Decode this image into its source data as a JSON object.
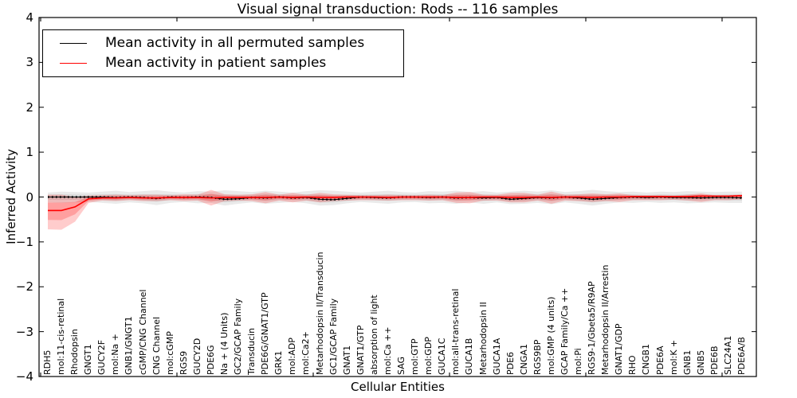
{
  "figure": {
    "title": "Visual signal transduction: Rods -- 116 samples",
    "xlabel": "Cellular Entities",
    "ylabel": "Inferred Activity"
  },
  "legend": {
    "position": "upper left",
    "items": [
      {
        "label": "Mean activity in all permuted samples",
        "color": "#000000"
      },
      {
        "label": "Mean activity in patient samples",
        "color": "#ff0000"
      }
    ]
  },
  "chart_data": {
    "type": "line",
    "title": "Visual signal transduction: Rods -- 116 samples",
    "xlabel": "Cellular Entities",
    "ylabel": "Inferred Activity",
    "ylim": [
      -4,
      4
    ],
    "ytick_labels": [
      "4",
      "3",
      "2",
      "1",
      "0",
      "−1",
      "−2",
      "−3",
      "−4"
    ],
    "yticks": [
      4,
      3,
      2,
      1,
      0,
      -1,
      -2,
      -3,
      -4
    ],
    "grid": false,
    "legend_position": "upper left",
    "categories": [
      "RDH5",
      "mol:11-cis-retinal",
      "Rhodopsin",
      "GNGT1",
      "GUCY2F",
      "mol:Na +",
      "GNB1/GNGT1",
      "cGMP/CNG Channel",
      "CNG Channel",
      "mol:cGMP",
      "RGS9",
      "GUCY2D",
      "PDE6G",
      "Na + (4 Units)",
      "GC2/GCAP Family",
      "Transducin",
      "PDE6G/GNAT1/GTP",
      "GRK1",
      "mol:ADP",
      "mol:Ca2+",
      "Metarhodopsin II/Transducin",
      "GC1/GCAP Family",
      "GNAT1",
      "GNAT1/GTP",
      "absorption of light",
      "mol:Ca ++",
      "SAG",
      "mol:GTP",
      "mol:GDP",
      "GUCA1C",
      "mol:all-trans-retinal",
      "GUCA1B",
      "Metarhodopsin II",
      "GUCA1A",
      "PDE6",
      "CNGA1",
      "RGS9BP",
      "mol:GMP (4 units)",
      "GCAP Family/Ca ++",
      "mol:Pi",
      "RGS9-1/Gbeta5/R9AP",
      "Metarhodopsin II/Arrestin",
      "GNAT1/GDP",
      "RHO",
      "CNGB1",
      "PDE6A",
      "mol:K +",
      "GNB1",
      "GNB5",
      "PDE6B",
      "SLC24A1",
      "PDE6A/B"
    ],
    "series": [
      {
        "name": "Mean activity in all permuted samples",
        "color": "#000000",
        "values": [
          0,
          0,
          0,
          0,
          0,
          -0.01,
          0,
          -0.01,
          -0.03,
          0,
          -0.01,
          0,
          -0.01,
          -0.05,
          -0.04,
          -0.01,
          -0.02,
          0,
          -0.02,
          -0.01,
          -0.05,
          -0.06,
          -0.03,
          0,
          -0.01,
          -0.02,
          0,
          0,
          -0.01,
          0,
          -0.02,
          -0.01,
          -0.02,
          -0.01,
          -0.05,
          -0.03,
          -0.01,
          -0.02,
          0,
          -0.02,
          -0.05,
          -0.03,
          -0.01,
          0,
          -0.01,
          0,
          -0.01,
          -0.01,
          -0.02,
          -0.01,
          -0.01,
          -0.02
        ],
        "band_hi": [
          0.1,
          0.12,
          0.11,
          0.1,
          0.12,
          0.14,
          0.11,
          0.13,
          0.15,
          0.12,
          0.1,
          0.13,
          0.12,
          0.15,
          0.13,
          0.11,
          0.14,
          0.12,
          0.1,
          0.13,
          0.15,
          0.14,
          0.12,
          0.1,
          0.12,
          0.14,
          0.11,
          0.1,
          0.13,
          0.12,
          0.14,
          0.11,
          0.13,
          0.1,
          0.12,
          0.14,
          0.12,
          0.15,
          0.11,
          0.13,
          0.16,
          0.13,
          0.11,
          0.12,
          0.1,
          0.12,
          0.11,
          0.13,
          0.12,
          0.11,
          0.12,
          0.12
        ],
        "band_lo": [
          -0.12,
          -0.13,
          -0.12,
          -0.11,
          -0.13,
          -0.15,
          -0.12,
          -0.14,
          -0.18,
          -0.13,
          -0.11,
          -0.14,
          -0.13,
          -0.19,
          -0.15,
          -0.12,
          -0.15,
          -0.13,
          -0.11,
          -0.14,
          -0.19,
          -0.18,
          -0.14,
          -0.11,
          -0.13,
          -0.15,
          -0.12,
          -0.11,
          -0.14,
          -0.13,
          -0.15,
          -0.12,
          -0.15,
          -0.12,
          -0.16,
          -0.15,
          -0.13,
          -0.16,
          -0.12,
          -0.15,
          -0.19,
          -0.15,
          -0.12,
          -0.13,
          -0.11,
          -0.13,
          -0.12,
          -0.14,
          -0.13,
          -0.12,
          -0.13,
          -0.13
        ]
      },
      {
        "name": "Mean activity in patient samples",
        "color": "#ff0000",
        "values": [
          -0.3,
          -0.3,
          -0.22,
          -0.04,
          -0.02,
          -0.02,
          -0.01,
          -0.02,
          -0.02,
          -0.01,
          -0.01,
          -0.01,
          -0.02,
          -0.01,
          -0.01,
          -0.01,
          -0.01,
          0,
          -0.01,
          0,
          -0.01,
          -0.01,
          0,
          0,
          0,
          -0.01,
          0,
          0,
          0,
          0,
          -0.01,
          -0.01,
          0,
          0,
          -0.01,
          -0.01,
          0,
          -0.01,
          0,
          0,
          -0.01,
          0,
          0,
          0.01,
          0.01,
          0.01,
          0.01,
          0.01,
          0.02,
          0.02,
          0.02,
          0.03
        ],
        "band_hi": [
          0.05,
          0.05,
          0.0,
          0.03,
          0.04,
          0.05,
          0.04,
          0.05,
          0.05,
          0.04,
          0.06,
          0.05,
          0.16,
          0.06,
          0.05,
          0.06,
          0.11,
          0.05,
          0.09,
          0.05,
          0.09,
          0.06,
          0.05,
          0.04,
          0.04,
          0.05,
          0.04,
          0.04,
          0.05,
          0.04,
          0.1,
          0.11,
          0.05,
          0.05,
          0.09,
          0.09,
          0.05,
          0.12,
          0.05,
          0.06,
          0.08,
          0.06,
          0.08,
          0.04,
          0.04,
          0.04,
          0.03,
          0.05,
          0.08,
          0.04,
          0.04,
          0.06
        ],
        "band_lo": [
          -0.72,
          -0.73,
          -0.55,
          -0.13,
          -0.08,
          -0.09,
          -0.07,
          -0.09,
          -0.09,
          -0.07,
          -0.09,
          -0.08,
          -0.19,
          -0.09,
          -0.08,
          -0.09,
          -0.14,
          -0.08,
          -0.12,
          -0.08,
          -0.12,
          -0.09,
          -0.08,
          -0.07,
          -0.07,
          -0.08,
          -0.07,
          -0.07,
          -0.08,
          -0.07,
          -0.13,
          -0.14,
          -0.08,
          -0.08,
          -0.12,
          -0.12,
          -0.08,
          -0.15,
          -0.08,
          -0.09,
          -0.11,
          -0.09,
          -0.11,
          -0.07,
          -0.07,
          -0.07,
          -0.06,
          -0.08,
          -0.11,
          -0.07,
          -0.07,
          -0.05
        ]
      }
    ]
  }
}
